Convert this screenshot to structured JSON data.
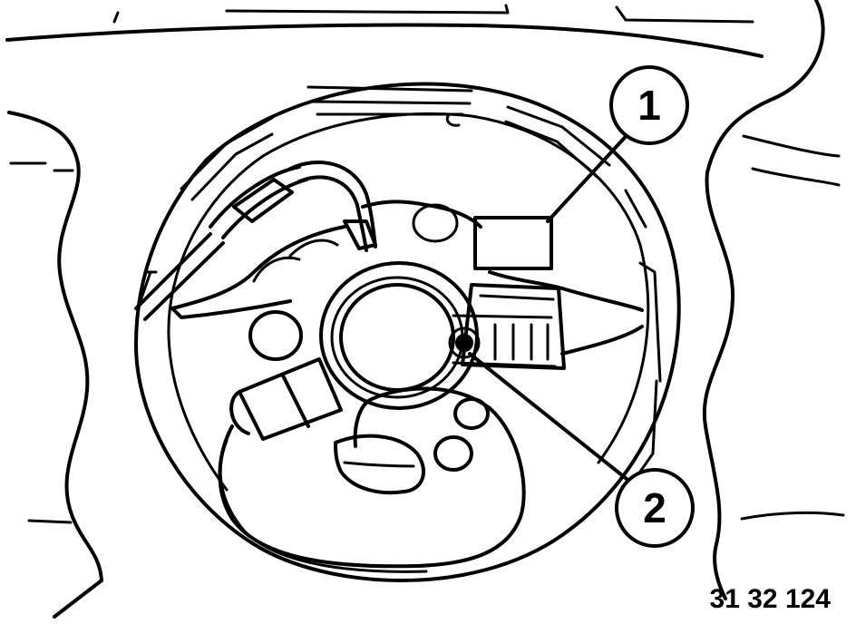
{
  "diagram": {
    "callouts": [
      {
        "id": "callout-1",
        "label": "1"
      },
      {
        "id": "callout-2",
        "label": "2"
      }
    ],
    "figure_number": "31 32 124"
  }
}
